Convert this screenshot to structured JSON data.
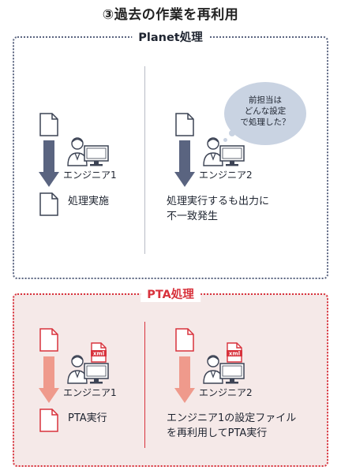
{
  "title": "③過去の作業を再利用",
  "planet": {
    "label": "Planet処理",
    "left_engineer": "エンジニア1",
    "left_result": "処理実施",
    "right_engineer": "エンジニア2",
    "right_result_line1": "処理実行するも出力に",
    "right_result_line2": "不一致発生",
    "bubble_line1": "前担当は",
    "bubble_line2": "どんな設定",
    "bubble_line3": "で処理した？"
  },
  "pta": {
    "label": "PTA処理",
    "left_engineer": "エンジニア1",
    "left_result": "PTA実行",
    "right_engineer": "エンジニア2",
    "right_result_line1": "エンジニア1の設定ファイル",
    "right_result_line2": "を再利用してPTA実行",
    "xml_badge": "xml"
  },
  "colors": {
    "planet_border": "#5a6480",
    "planet_arrow": "#5a6480",
    "pta_border": "#d8323c",
    "pta_arrow": "#ef9a8c",
    "pta_background": "#f5e9e8",
    "bubble": "#c9d3e2"
  }
}
